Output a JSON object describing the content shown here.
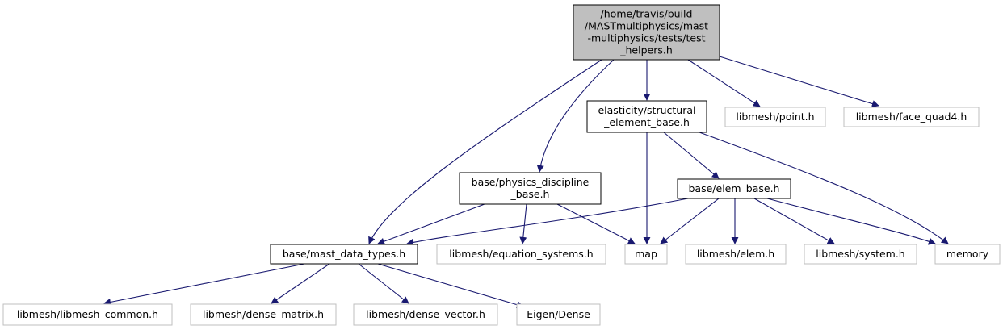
{
  "colors": {
    "edge": "#191970",
    "root_fill": "#bfbfbf",
    "root_border": "#000000",
    "internal_border": "#000000",
    "external_border": "#bfbfbf",
    "text": "#000000"
  },
  "nodes": [
    {
      "id": "test_helpers",
      "kind": "root",
      "lines": [
        "/home/travis/build",
        "/MASTmultiphysics/mast",
        "-multiphysics/tests/test",
        "_helpers.h"
      ]
    },
    {
      "id": "structural_element_base",
      "kind": "internal",
      "lines": [
        "elasticity/structural",
        "_element_base.h"
      ]
    },
    {
      "id": "point",
      "kind": "external",
      "lines": [
        "libmesh/point.h"
      ]
    },
    {
      "id": "face_quad4",
      "kind": "external",
      "lines": [
        "libmesh/face_quad4.h"
      ]
    },
    {
      "id": "physics_discipline_base",
      "kind": "internal",
      "lines": [
        "base/physics_discipline",
        "_base.h"
      ]
    },
    {
      "id": "elem_base",
      "kind": "internal",
      "lines": [
        "base/elem_base.h"
      ]
    },
    {
      "id": "mast_data_types",
      "kind": "internal",
      "lines": [
        "base/mast_data_types.h"
      ]
    },
    {
      "id": "equation_systems",
      "kind": "external",
      "lines": [
        "libmesh/equation_systems.h"
      ]
    },
    {
      "id": "map",
      "kind": "external",
      "lines": [
        "map"
      ]
    },
    {
      "id": "elem",
      "kind": "external",
      "lines": [
        "libmesh/elem.h"
      ]
    },
    {
      "id": "system",
      "kind": "external",
      "lines": [
        "libmesh/system.h"
      ]
    },
    {
      "id": "memory",
      "kind": "external",
      "lines": [
        "memory"
      ]
    },
    {
      "id": "libmesh_common",
      "kind": "external",
      "lines": [
        "libmesh/libmesh_common.h"
      ]
    },
    {
      "id": "dense_matrix",
      "kind": "external",
      "lines": [
        "libmesh/dense_matrix.h"
      ]
    },
    {
      "id": "dense_vector",
      "kind": "external",
      "lines": [
        "libmesh/dense_vector.h"
      ]
    },
    {
      "id": "eigen_dense",
      "kind": "external",
      "lines": [
        "Eigen/Dense"
      ]
    }
  ],
  "edges": [
    {
      "from": "test_helpers",
      "to": "structural_element_base"
    },
    {
      "from": "test_helpers",
      "to": "point"
    },
    {
      "from": "test_helpers",
      "to": "face_quad4"
    },
    {
      "from": "test_helpers",
      "to": "physics_discipline_base"
    },
    {
      "from": "test_helpers",
      "to": "mast_data_types"
    },
    {
      "from": "structural_element_base",
      "to": "elem_base"
    },
    {
      "from": "structural_element_base",
      "to": "map"
    },
    {
      "from": "structural_element_base",
      "to": "memory"
    },
    {
      "from": "physics_discipline_base",
      "to": "mast_data_types"
    },
    {
      "from": "physics_discipline_base",
      "to": "equation_systems"
    },
    {
      "from": "physics_discipline_base",
      "to": "map"
    },
    {
      "from": "elem_base",
      "to": "mast_data_types"
    },
    {
      "from": "elem_base",
      "to": "map"
    },
    {
      "from": "elem_base",
      "to": "elem"
    },
    {
      "from": "elem_base",
      "to": "system"
    },
    {
      "from": "elem_base",
      "to": "memory"
    },
    {
      "from": "mast_data_types",
      "to": "libmesh_common"
    },
    {
      "from": "mast_data_types",
      "to": "dense_matrix"
    },
    {
      "from": "mast_data_types",
      "to": "dense_vector"
    },
    {
      "from": "mast_data_types",
      "to": "eigen_dense"
    }
  ]
}
